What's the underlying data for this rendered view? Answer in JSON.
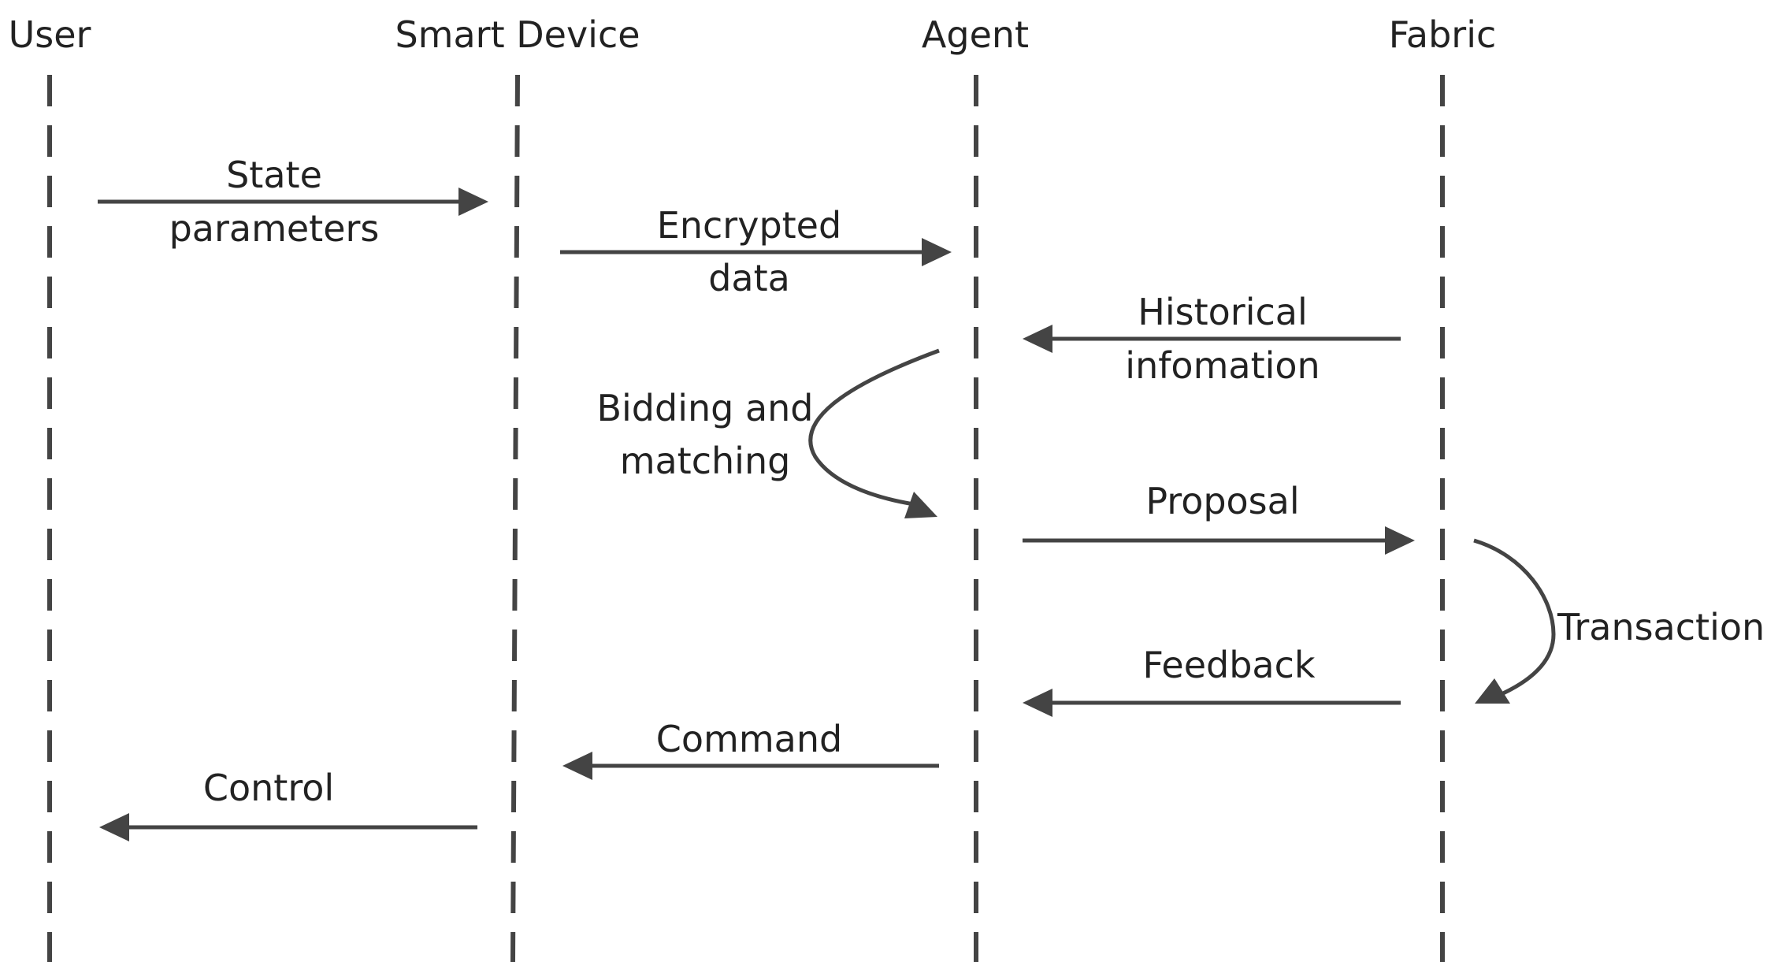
{
  "lifelines": [
    "User",
    "Smart Device",
    "Agent",
    "Fabric"
  ],
  "messages": [
    {
      "label_lines": [
        "State",
        "parameters"
      ],
      "from": "User",
      "to": "Smart Device"
    },
    {
      "label_lines": [
        "Encrypted",
        "data"
      ],
      "from": "Smart Device",
      "to": "Agent"
    },
    {
      "label_lines": [
        "Historical",
        "infomation"
      ],
      "from": "Fabric",
      "to": "Agent"
    },
    {
      "label_lines": [
        "Bidding and",
        "matching"
      ],
      "from": "Agent",
      "to": "Agent",
      "self": true
    },
    {
      "label_lines": [
        "Proposal"
      ],
      "from": "Agent",
      "to": "Fabric"
    },
    {
      "label_lines": [
        "Transaction"
      ],
      "from": "Fabric",
      "to": "Fabric",
      "self": true
    },
    {
      "label_lines": [
        "Feedback"
      ],
      "from": "Fabric",
      "to": "Agent"
    },
    {
      "label_lines": [
        "Command"
      ],
      "from": "Agent",
      "to": "Smart Device"
    },
    {
      "label_lines": [
        "Control"
      ],
      "from": "Smart Device",
      "to": "User"
    }
  ],
  "colors": {
    "line": "#444444",
    "text": "#222222",
    "background": "#ffffff"
  }
}
